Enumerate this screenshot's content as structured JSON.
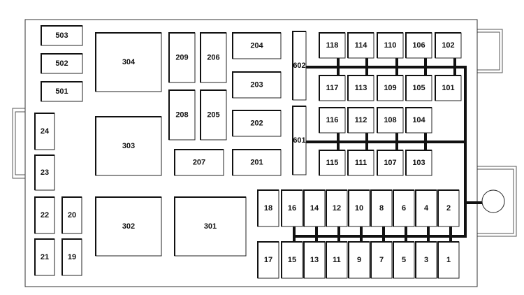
{
  "fuse_box": {
    "relays_large": [
      "304",
      "303",
      "302",
      "301"
    ],
    "relays_small": [
      "503",
      "502",
      "501"
    ],
    "mini_relays": [
      "209",
      "206",
      "208",
      "205",
      "207"
    ],
    "fuses_200": [
      "204",
      "203",
      "202",
      "201"
    ],
    "bus_labels": [
      "602",
      "601"
    ],
    "fuses_100": [
      "118",
      "114",
      "110",
      "106",
      "102",
      "117",
      "113",
      "109",
      "105",
      "101",
      "116",
      "112",
      "108",
      "104",
      "115",
      "111",
      "107",
      "103"
    ],
    "fuses_left": [
      "24",
      "23",
      "22",
      "20",
      "21",
      "19"
    ],
    "fuses_bottom_top": [
      "18",
      "16",
      "14",
      "12",
      "10",
      "8",
      "6",
      "4",
      "2"
    ],
    "fuses_bottom_low": [
      "17",
      "15",
      "13",
      "11",
      "9",
      "7",
      "5",
      "3",
      "1"
    ]
  }
}
